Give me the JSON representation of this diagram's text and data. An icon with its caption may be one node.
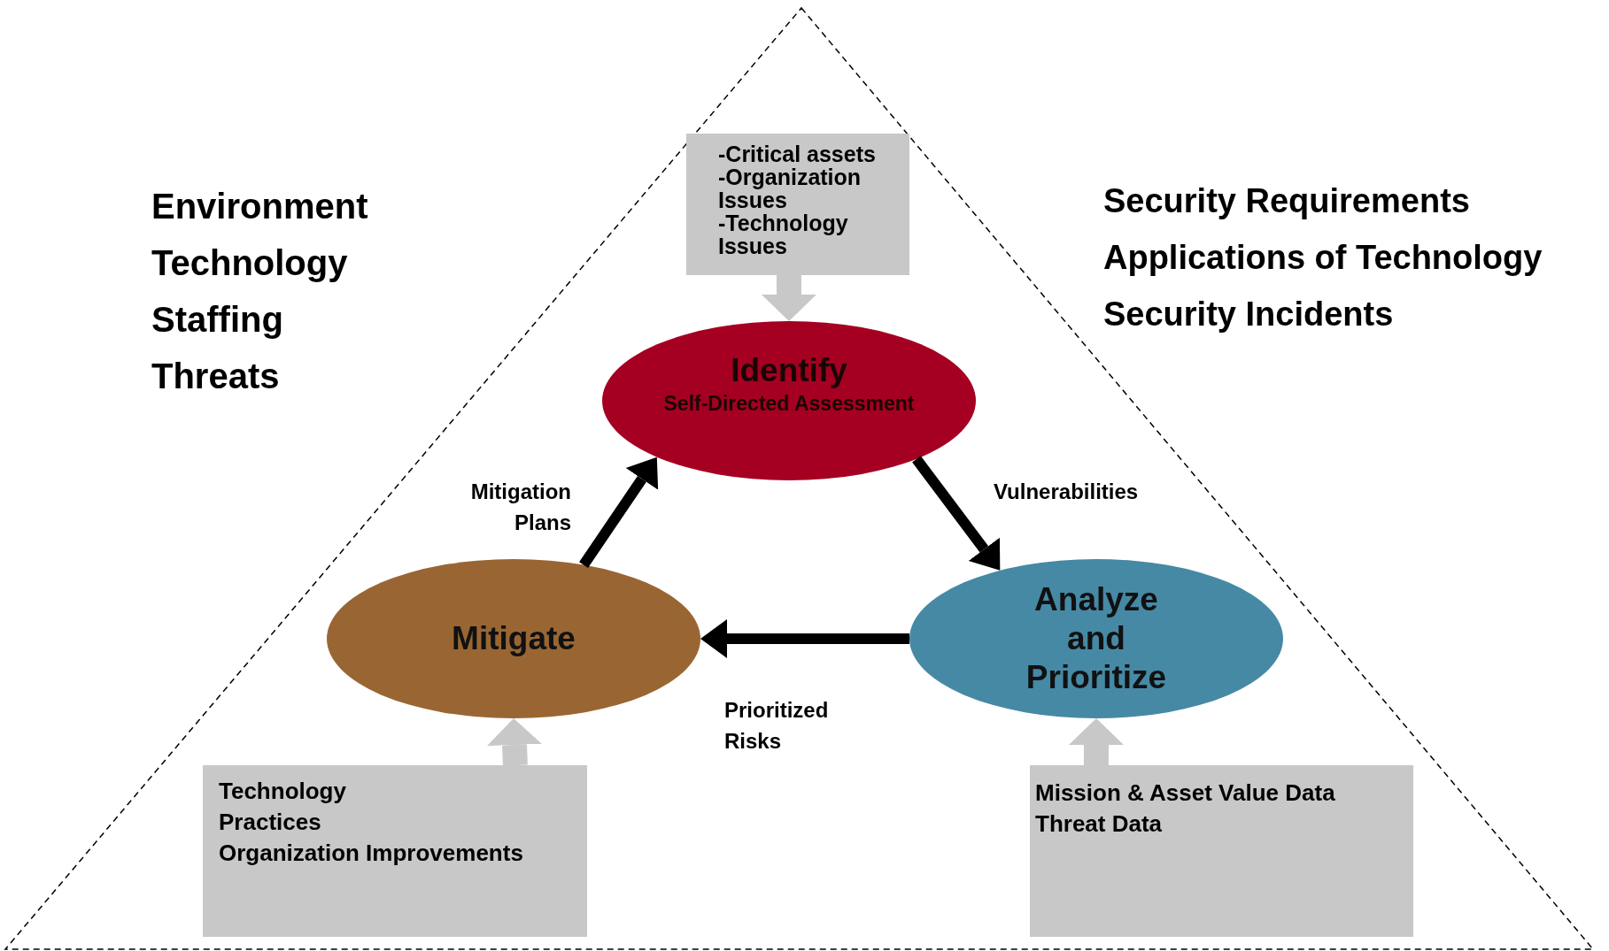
{
  "diagram": {
    "nodes": [
      {
        "text": [
          "Identify",
          "Self-Directed Assessment"
        ]
      },
      {
        "text": [
          "Analyze and Prioritize"
        ]
      },
      {
        "text": [
          "Mitigate"
        ]
      },
      {
        "text": [
          "-Critical assets",
          "-Organization Issues",
          "-Technology Issues"
        ]
      },
      {
        "text": [
          "Technology",
          "Practices",
          "Organization Improvements"
        ]
      },
      {
        "text": [
          "Mission & Asset Value Data",
          "Threat Data"
        ]
      }
    ],
    "edges": [
      {
        "from": 3,
        "to": 0,
        "arrow": "to",
        "style": "thick",
        "color": "#c8c8c8"
      },
      {
        "from": 0,
        "to": 1,
        "arrow": "to",
        "label": "Vulnerabilities",
        "color": "#000000"
      },
      {
        "from": 1,
        "to": 2,
        "arrow": "to",
        "label": "Prioritized Risks",
        "color": "#000000"
      },
      {
        "from": 2,
        "to": 0,
        "arrow": "to",
        "label": "Mitigation Plans",
        "color": "#000000"
      },
      {
        "from": 4,
        "to": 2,
        "arrow": "to",
        "style": "thick",
        "color": "#c8c8c8"
      },
      {
        "from": 5,
        "to": 1,
        "arrow": "to",
        "style": "thick",
        "color": "#c8c8c8"
      }
    ],
    "labels": [
      "Environment",
      "Technology",
      "Staffing",
      "Threats",
      "Security Requirements",
      "Applications of Technology",
      "Security Incidents"
    ]
  }
}
